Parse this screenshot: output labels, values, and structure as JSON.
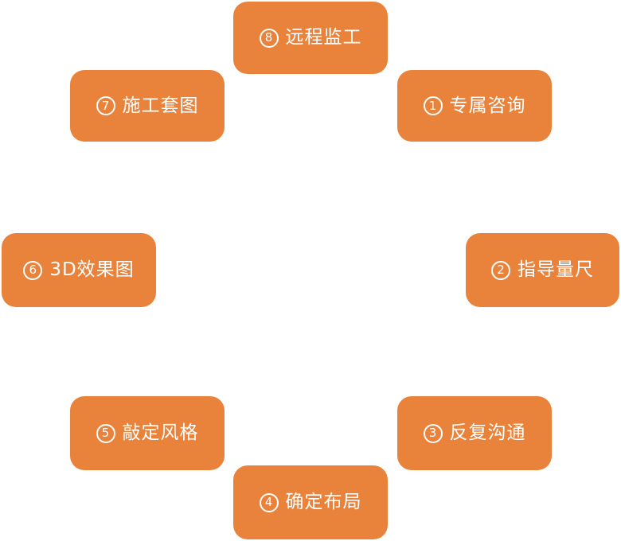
{
  "diagram": {
    "name": "8-step-service-process",
    "accent_color": "#E9833C",
    "text_color": "#FFFFFF",
    "steps": [
      {
        "number": "1",
        "label": "专属咨询",
        "position": "top-right"
      },
      {
        "number": "2",
        "label": "指导量尺",
        "position": "middle-right"
      },
      {
        "number": "3",
        "label": "反复沟通",
        "position": "bottom-right"
      },
      {
        "number": "4",
        "label": "确定布局",
        "position": "bottom-center"
      },
      {
        "number": "5",
        "label": "敲定风格",
        "position": "bottom-left"
      },
      {
        "number": "6",
        "label": "3D效果图",
        "position": "middle-left"
      },
      {
        "number": "7",
        "label": "施工套图",
        "position": "top-left"
      },
      {
        "number": "8",
        "label": "远程监工",
        "position": "top-center"
      }
    ]
  }
}
